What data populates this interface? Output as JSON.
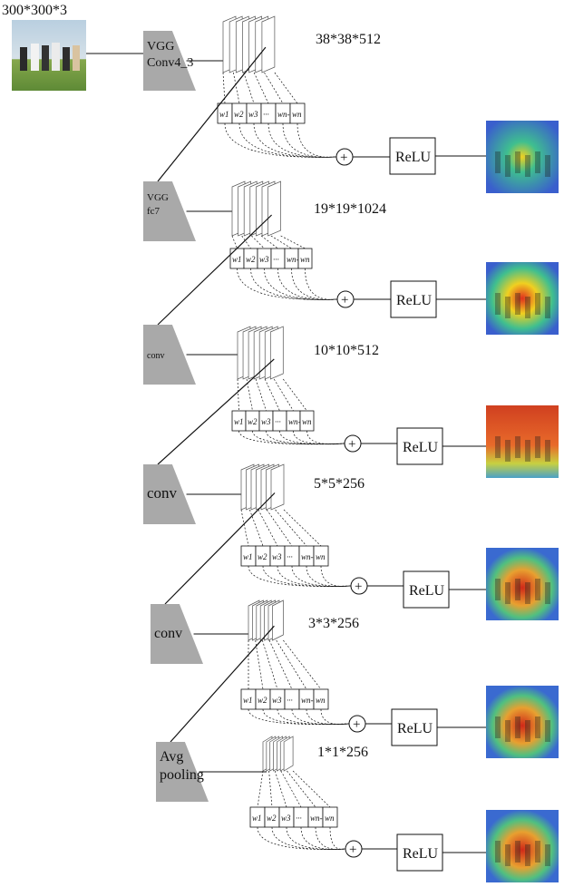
{
  "input": {
    "size_label": "300*300*3"
  },
  "layers": [
    {
      "block": [
        "VGG",
        "Conv4_3"
      ],
      "dims": "38*38*512",
      "weights": [
        "w1",
        "w2",
        "w3",
        "···",
        "wn-1",
        "wn"
      ],
      "activation": "ReLU"
    },
    {
      "block": [
        "VGG",
        "fc7"
      ],
      "dims": "19*19*1024",
      "weights": [
        "w1",
        "w2",
        "w3",
        "···",
        "wn-1",
        "wn"
      ],
      "activation": "ReLU"
    },
    {
      "block": [
        "conv"
      ],
      "dims": "10*10*512",
      "weights": [
        "w1",
        "w2",
        "w3",
        "···",
        "wn-1",
        "wn"
      ],
      "activation": "ReLU"
    },
    {
      "block": [
        "conv"
      ],
      "dims": "5*5*256",
      "weights": [
        "w1",
        "w2",
        "w3",
        "···",
        "wn-1",
        "wn"
      ],
      "activation": "ReLU"
    },
    {
      "block": [
        "conv"
      ],
      "dims": "3*3*256",
      "weights": [
        "w1",
        "w2",
        "w3",
        "···",
        "wn-1",
        "wn"
      ],
      "activation": "ReLU"
    },
    {
      "block": [
        "Avg",
        "pooling"
      ],
      "dims": "1*1*256",
      "weights": [
        "w1",
        "w2",
        "w3",
        "···",
        "wn-1",
        "wn"
      ],
      "activation": "ReLU"
    }
  ],
  "sum_symbol": "+",
  "colors": {
    "block_fill": "#a9a9a9",
    "line": "#111111",
    "heat_blue": "#3a5fcd",
    "heat_red": "#e0301e",
    "heat_yellow": "#f0d020"
  }
}
